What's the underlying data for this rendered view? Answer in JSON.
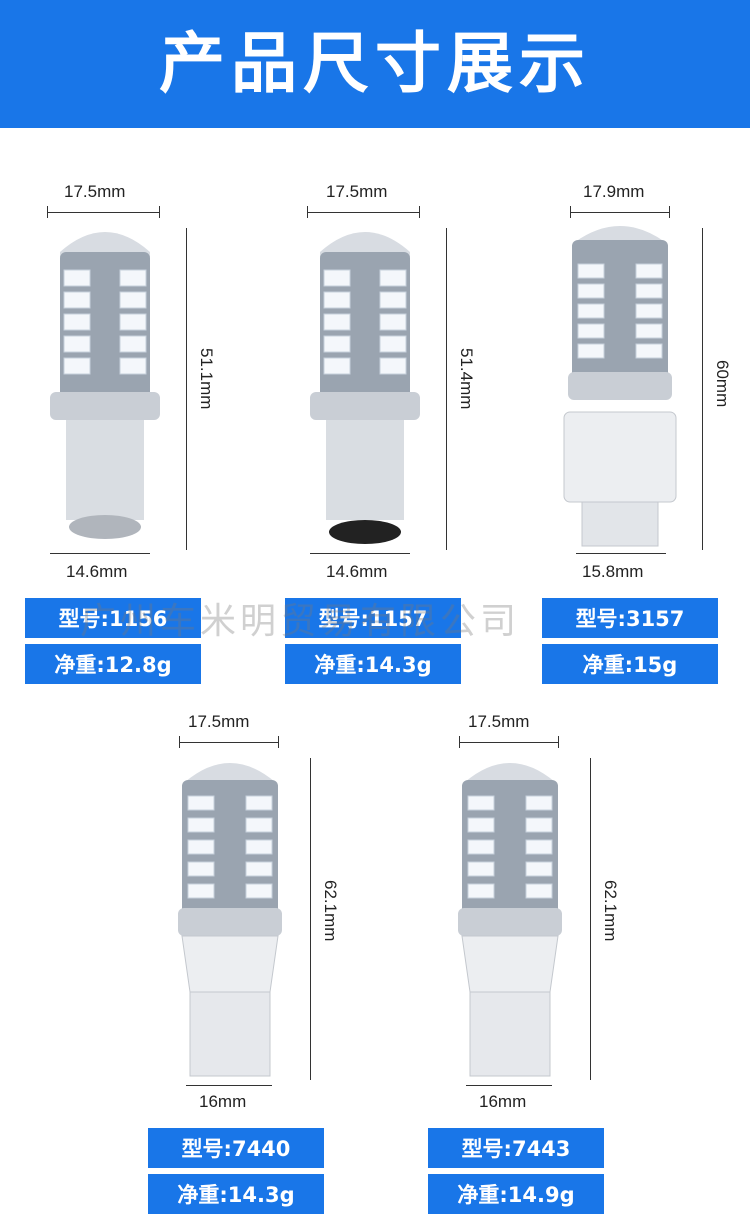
{
  "header": {
    "title": "产品尺寸展示",
    "bg_color": "#1976e8"
  },
  "watermark": "广州车米明贸易有限公司",
  "products": [
    {
      "top_width": "17.5mm",
      "height": "51.1mm",
      "bottom_width": "14.6mm",
      "model": "型号:1156",
      "weight": "净重:12.8g",
      "base": "bayonet"
    },
    {
      "top_width": "17.5mm",
      "height": "51.4mm",
      "bottom_width": "14.6mm",
      "model": "型号:1157",
      "weight": "净重:14.3g",
      "base": "bayonet-dual"
    },
    {
      "top_width": "17.9mm",
      "height": "60mm",
      "bottom_width": "15.8mm",
      "model": "型号:3157",
      "weight": "净重:15g",
      "base": "wedge"
    },
    {
      "top_width": "17.5mm",
      "height": "62.1mm",
      "bottom_width": "16mm",
      "model": "型号:7440",
      "weight": "净重:14.3g",
      "base": "wedge"
    },
    {
      "top_width": "17.5mm",
      "height": "62.1mm",
      "bottom_width": "16mm",
      "model": "型号:7443",
      "weight": "净重:14.9g",
      "base": "wedge"
    }
  ]
}
